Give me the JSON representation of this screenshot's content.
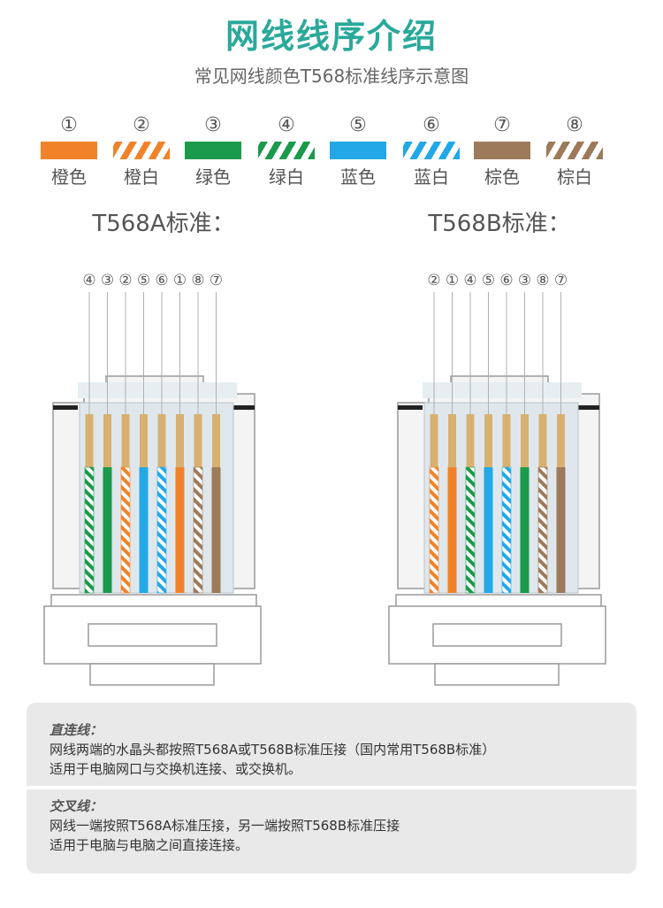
{
  "title": "网线线序介绍",
  "subtitle": "常见网线颜色T568标准线序示意图",
  "legend": [
    {
      "num": "①",
      "label": "橙色",
      "color": "#f0832a",
      "striped": false
    },
    {
      "num": "②",
      "label": "橙白",
      "color": "#f0832a",
      "striped": true
    },
    {
      "num": "③",
      "label": "绿色",
      "color": "#1a9a4a",
      "striped": false
    },
    {
      "num": "④",
      "label": "绿白",
      "color": "#1a9a4a",
      "striped": true
    },
    {
      "num": "⑤",
      "label": "蓝色",
      "color": "#22a8e6",
      "striped": false
    },
    {
      "num": "⑥",
      "label": "蓝白",
      "color": "#22a8e6",
      "striped": true
    },
    {
      "num": "⑦",
      "label": "棕色",
      "color": "#9c7a5a",
      "striped": false
    },
    {
      "num": "⑧",
      "label": "棕白",
      "color": "#9c7a5a",
      "striped": true
    }
  ],
  "standards": [
    {
      "title": "T568A标准：",
      "order": [
        "④",
        "③",
        "②",
        "⑤",
        "⑥",
        "①",
        "⑧",
        "⑦"
      ]
    },
    {
      "title": "T568B标准：",
      "order": [
        "②",
        "①",
        "④",
        "⑤",
        "⑥",
        "③",
        "⑧",
        "⑦"
      ]
    }
  ],
  "notes": {
    "straight": {
      "title": "直连线：",
      "line1": "网线两端的水晶头都按照T568A或T568B标准压接（国内常用T568B标准）",
      "line2": "适用于电脑网口与交换机连接、或交换机。"
    },
    "crossover": {
      "title": "交叉线：",
      "line1": "网线一端按照T568A标准压接，另一端按照T568B标准压接",
      "line2": "适用于电脑与电脑之间直接连接。"
    }
  }
}
